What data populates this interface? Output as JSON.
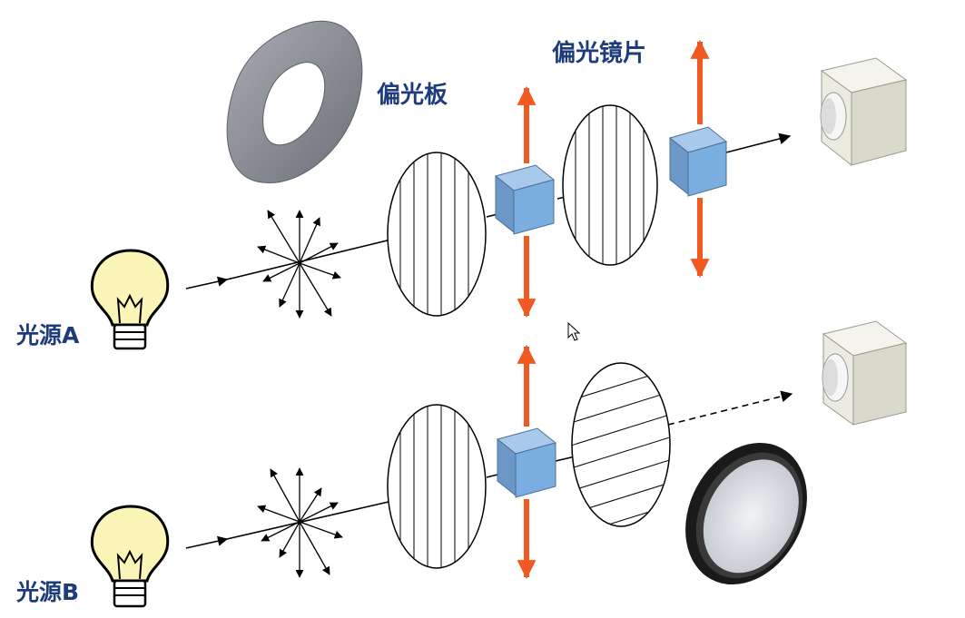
{
  "labels": {
    "polarizing_plate": "偏光板",
    "polarizing_lens": "偏光镜片",
    "light_source_a": "光源A",
    "light_source_b": "光源B"
  },
  "colors": {
    "label_text": "#1f3c7a",
    "polarization_arrow": "#f05a22",
    "polarizer_cube": "#7aaee0",
    "bulb_glass": "#fbf5b8",
    "camera_body": "#e8e8dc",
    "gray_disc": "#8a8d96"
  },
  "icons": [
    "light-bulb-icon",
    "camera-icon",
    "cursor-icon",
    "camera-filter-icon"
  ]
}
